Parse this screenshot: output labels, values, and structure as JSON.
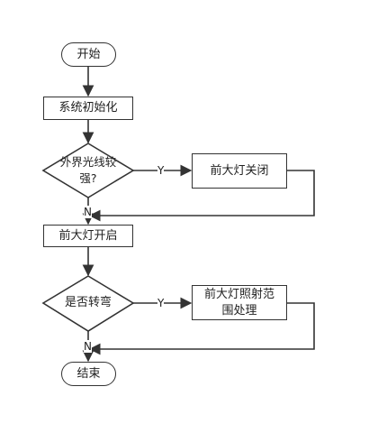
{
  "nodes": {
    "start": "开始",
    "init": "系统初始化",
    "decision_light": "外界光线较强?",
    "headlight_off": "前大灯关闭",
    "headlight_on": "前大灯开启",
    "decision_turn": "是否转弯",
    "beam_adjust": "前大灯照射范围处理",
    "end": "结束"
  },
  "edge_labels": {
    "light_yes": "Y",
    "light_no": "N",
    "turn_yes": "Y",
    "turn_no": "N"
  },
  "colors": {
    "stroke": "#333333",
    "fill": "#ffffff"
  }
}
